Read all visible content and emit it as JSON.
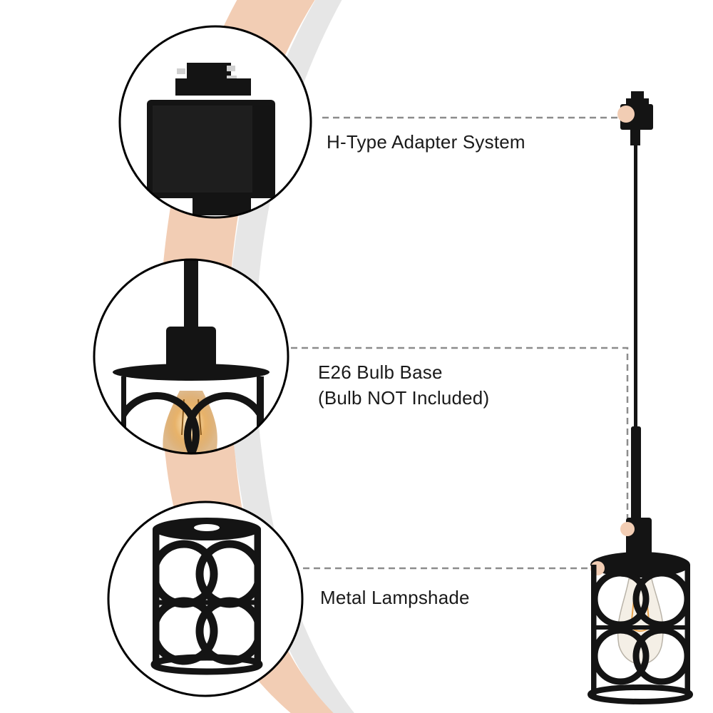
{
  "callouts": {
    "adapter": {
      "label": "H-Type Adapter System"
    },
    "bulb_base": {
      "line1": "E26 Bulb Base",
      "line2": "(Bulb NOT Included)"
    },
    "lampshade": {
      "label": "Metal Lampshade"
    }
  },
  "colors": {
    "background": "#ffffff",
    "accent_band": "#f2cdb4",
    "accent_band_shadow": "#e4e4e4",
    "fixture_black": "#141414",
    "dashed_leader": "#8c8c8c",
    "bulb_glow": "#e8b36a",
    "label_text": "#1a1a1a"
  }
}
